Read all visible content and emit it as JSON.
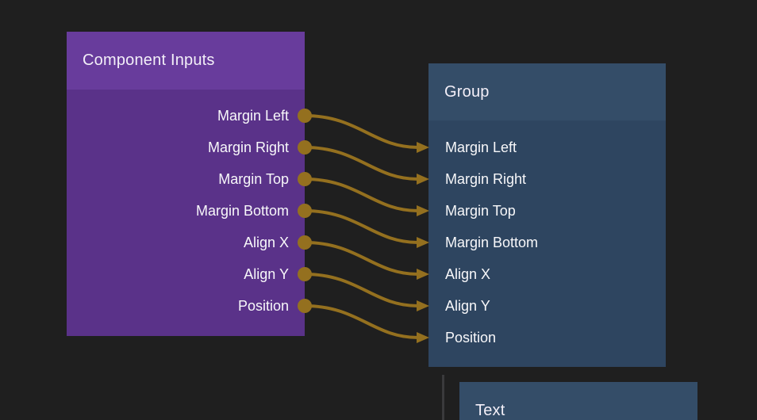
{
  "canvas": {
    "background": "#1f1f1f"
  },
  "colors": {
    "wire": "#94701f",
    "port": "#94701f",
    "purple_header": "#683c9c",
    "purple_body": "#5a3289",
    "blue_header": "#344d68",
    "blue_body": "#2e4560",
    "title_text": "#f3eff8",
    "label_text": "#f8f8fa",
    "vertical_line": "#3a3a3c"
  },
  "nodes": {
    "component_inputs": {
      "title": "Component Inputs",
      "outputs": [
        "Margin Left",
        "Margin Right",
        "Margin Top",
        "Margin Bottom",
        "Align X",
        "Align Y",
        "Position"
      ]
    },
    "group": {
      "title": "Group",
      "inputs": [
        "Margin Left",
        "Margin Right",
        "Margin Top",
        "Margin Bottom",
        "Align X",
        "Align Y",
        "Position"
      ]
    },
    "text": {
      "title": "Text"
    }
  },
  "connections": [
    {
      "from": "Margin Left",
      "to": "Margin Left"
    },
    {
      "from": "Margin Right",
      "to": "Margin Right"
    },
    {
      "from": "Margin Top",
      "to": "Margin Top"
    },
    {
      "from": "Margin Bottom",
      "to": "Margin Bottom"
    },
    {
      "from": "Align X",
      "to": "Align X"
    },
    {
      "from": "Align Y",
      "to": "Align Y"
    },
    {
      "from": "Position",
      "to": "Position"
    }
  ]
}
